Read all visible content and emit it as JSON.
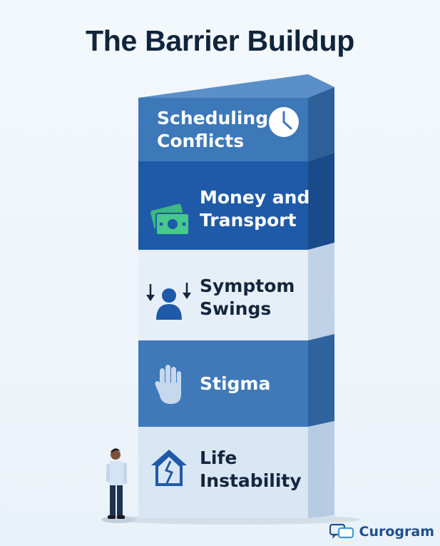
{
  "title": "The Barrier Buildup",
  "barriers": [
    {
      "label_lines": [
        "Scheduling",
        "Conflicts"
      ],
      "icon": "clock-icon"
    },
    {
      "label_lines": [
        "Money and",
        "Transport"
      ],
      "icon": "money-icon"
    },
    {
      "label_lines": [
        "Symptom",
        "Swings"
      ],
      "icon": "person-arrows-icon"
    },
    {
      "label_lines": [
        "Stigma"
      ],
      "icon": "hand-stop-icon"
    },
    {
      "label_lines": [
        "Life",
        "Instability"
      ],
      "icon": "cracked-house-icon"
    }
  ],
  "brand": {
    "name": "Curogram",
    "icon": "chat-bubbles-icon"
  },
  "colors": {
    "title": "#10243a",
    "segment_blue": "#3d78b8",
    "segment_dark_blue": "#1f5aa8",
    "segment_light": "#e4edf7",
    "segment_pale": "#d8e5f3",
    "money_icon": "#46c98a",
    "brand": "#1d4f8c"
  }
}
